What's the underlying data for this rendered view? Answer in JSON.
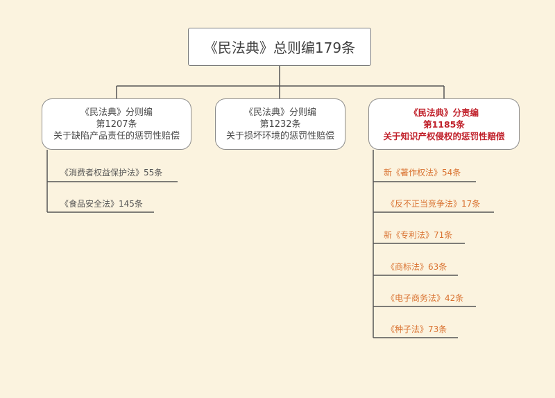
{
  "root": {
    "label": "《民法典》总则编179条"
  },
  "branches": [
    {
      "lines": [
        "《民法典》分则编",
        "第1207条",
        "关于缺陷产品责任的惩罚性赔偿"
      ]
    },
    {
      "lines": [
        "《民法典》分则编",
        "第1232条",
        "关于损坏环境的惩罚性赔偿"
      ]
    },
    {
      "lines": [
        "《民法典》分责编",
        "第1185条",
        "关于知识产权侵权的惩罚性赔偿"
      ]
    }
  ],
  "left_leaves": [
    "《消费者权益保护法》55条",
    "《食品安全法》145条"
  ],
  "right_leaves": [
    "新《著作权法》54条",
    "《反不正当竞争法》17条",
    "新《专利法》71条",
    "《商标法》63条",
    "《电子商务法》42条",
    "《种子法》73条"
  ],
  "colors": {
    "background": "#fbf3df",
    "connector": "#555555",
    "highlight_text": "#c0202a",
    "right_leaf_text": "#d9712f",
    "left_leaf_text": "#555555"
  }
}
